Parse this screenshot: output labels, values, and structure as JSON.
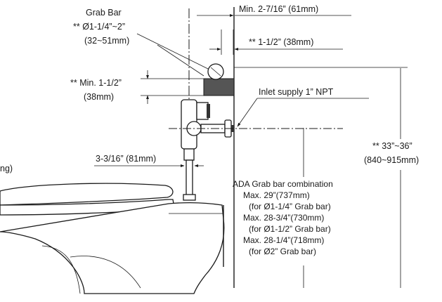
{
  "diagram": {
    "grab_bar": {
      "title": "Grab Bar",
      "diameter": "** Ø1-1/4”~2”",
      "diameter_mm": "(32~51mm)"
    },
    "min_offset": "Min. 2-7/16” (61mm)",
    "bar_offset": "** 1-1/2” (38mm)",
    "bar_clearance": {
      "line1": "** Min. 1-1/2”",
      "line2": "(38mm)"
    },
    "inlet_supply": "Inlet supply 1” NPT",
    "pipe_offset": "3-3/16” (81mm)",
    "height_range": {
      "line1": "** 33”~36”",
      "line2": "(840~915mm)"
    },
    "left_cutoff": "ng)",
    "ada": {
      "title": "ADA Grab bar combination",
      "lines": [
        "Max. 29”(737mm)",
        "(for Ø1-1/4” Grab bar)",
        "Max. 28-3/4”(730mm)",
        "(for Ø1-1/2” Grab bar)",
        "Max. 28-1/4”(718mm)",
        "(for Ø2” Grab bar)"
      ]
    }
  }
}
